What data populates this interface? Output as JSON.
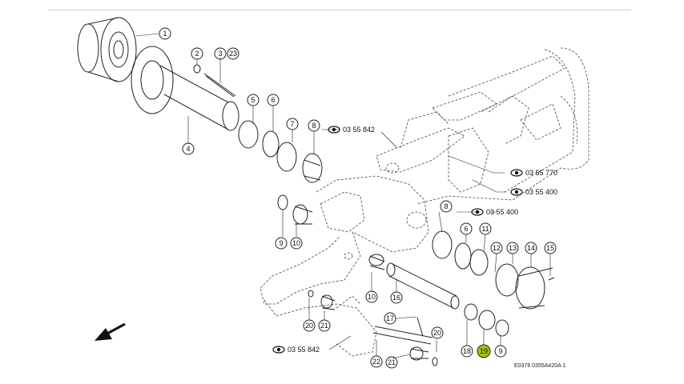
{
  "callouts": [
    "1",
    "2",
    "3",
    "23",
    "4",
    "5",
    "6",
    "7",
    "8",
    "8",
    "9",
    "10",
    "6",
    "11",
    "12",
    "13",
    "14",
    "15",
    "10",
    "16",
    "17",
    "20",
    "21",
    "22",
    "21",
    "20",
    "18",
    "19",
    "9"
  ],
  "refs": [
    "03 55 842",
    "03 55 770",
    "03 55 400",
    "03 55 400",
    "03 55 842"
  ],
  "highlight_color": "#a8c400",
  "drawing_code": "E0376 0355A420A 1",
  "icons": {
    "reference": "eye-icon",
    "direction": "arrow-icon"
  }
}
